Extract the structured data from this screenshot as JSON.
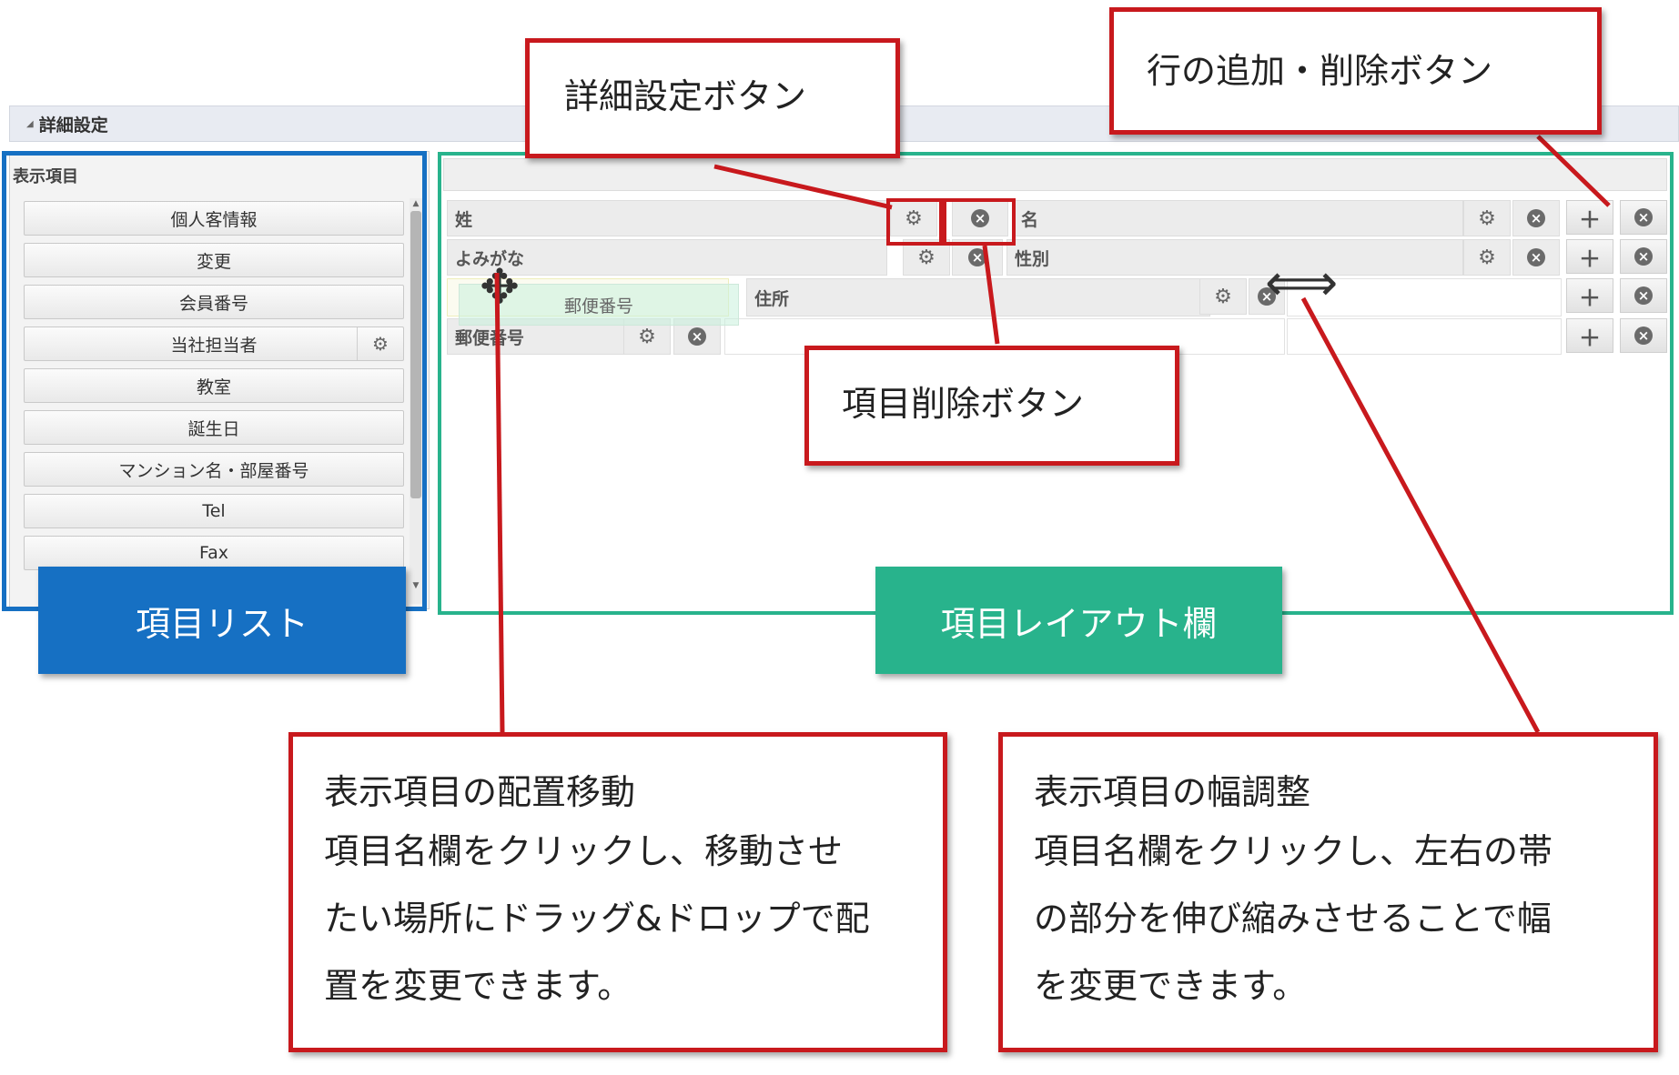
{
  "section": {
    "title": "詳細設定"
  },
  "field_list": {
    "title": "表示項目",
    "items": [
      {
        "label": "個人客情報"
      },
      {
        "label": "変更"
      },
      {
        "label": "会員番号"
      },
      {
        "label": "当社担当者",
        "gear": true
      },
      {
        "label": "教室"
      },
      {
        "label": "誕生日"
      },
      {
        "label": "マンション名・部屋番号"
      },
      {
        "label": "Tel"
      },
      {
        "label": "Fax"
      }
    ]
  },
  "layout": {
    "rows": [
      {
        "left_label": "姓",
        "right_label": "名"
      },
      {
        "left_label": "よみがな",
        "right_label": "性別"
      },
      {
        "left_label": "",
        "right_label": "住所"
      },
      {
        "left_label": "郵便番号",
        "right_label": ""
      }
    ],
    "drag_ghost_label": "郵便番号"
  },
  "chips": {
    "list": "項目リスト",
    "layout": "項目レイアウト欄"
  },
  "callouts": {
    "detail_button": "詳細設定ボタン",
    "add_delete_row": "行の追加・削除ボタン",
    "delete_item": "項目削除ボタン",
    "move": {
      "title": "表示項目の配置移動",
      "line1": "項目名欄をクリックし、移動させ",
      "line2": "たい場所にドラッグ&ドロップで配",
      "line3": "置を変更できます。"
    },
    "resize": {
      "title": "表示項目の幅調整",
      "line1": "項目名欄をクリックし、左右の帯",
      "line2": "の部分を伸び縮みさせることで幅",
      "line3": "を変更できます。"
    }
  },
  "icons": {
    "gear": "gear-icon",
    "close": "close-circle-icon",
    "plus": "plus-icon",
    "move": "move-cursor-icon",
    "resize": "resize-horizontal-icon"
  },
  "colors": {
    "callout_border": "#c8191d",
    "list_blue": "#1670c3",
    "layout_green": "#28b38c"
  }
}
